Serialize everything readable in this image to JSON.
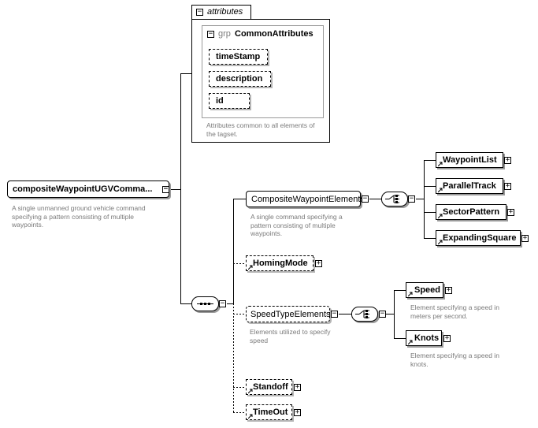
{
  "root": {
    "name": "compositeWaypointUGVComma...",
    "doc": "A single unmanned ground vehicle command specifying a pattern consisting of multiple waypoints."
  },
  "attributes": {
    "title": "attributes",
    "group_prefix": "grp",
    "group_name": "CommonAttributes",
    "items": [
      "timeStamp",
      "description",
      "id"
    ],
    "doc": "Attributes common to all elements of the tagset."
  },
  "composite": {
    "name": "CompositeWaypointElements",
    "doc": "A single command specifying a pattern consisting of multiple waypoints.",
    "children": [
      "WaypointList",
      "ParallelTrack",
      "SectorPattern",
      "ExpandingSquare"
    ]
  },
  "homing": {
    "name": "HomingMode"
  },
  "speedType": {
    "name": "SpeedTypeElements",
    "doc": "Elements utilized to specify speed",
    "speed": {
      "name": "Speed",
      "doc": "Element specifying a speed in meters per second."
    },
    "knots": {
      "name": "Knots",
      "doc": "Element specifying a speed in knots."
    }
  },
  "standoff": {
    "name": "Standoff"
  },
  "timeout": {
    "name": "TimeOut"
  }
}
